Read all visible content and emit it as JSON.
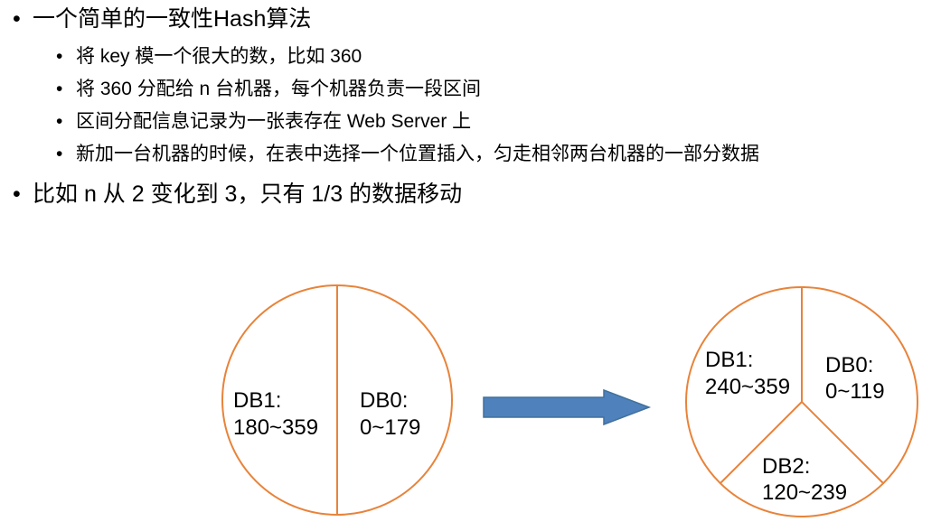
{
  "bullets": [
    {
      "text": "一个简单的一致性Hash算法",
      "children": [
        "将 key 模一个很大的数，比如 360",
        "将 360 分配给 n 台机器，每个机器负责一段区间",
        "区间分配信息记录为一张表存在 Web Server 上",
        "新加一台机器的时候，在表中选择一个位置插入，匀走相邻两台机器的一部分数据"
      ]
    },
    {
      "text": "比如 n 从 2 变化到 3，只有 1/3 的数据移动",
      "children": []
    }
  ],
  "bullet_symbol": "•",
  "diagram": {
    "before": {
      "segments": [
        {
          "name": "DB1:",
          "range": "180~359"
        },
        {
          "name": "DB0:",
          "range": "0~179"
        }
      ]
    },
    "after": {
      "segments": [
        {
          "name": "DB1:",
          "range": "240~359"
        },
        {
          "name": "DB0:",
          "range": "0~119"
        },
        {
          "name": "DB2:",
          "range": "120~239"
        }
      ]
    },
    "colors": {
      "circle_stroke": "#e8833a",
      "arrow_fill": "#4f81bd",
      "arrow_stroke": "#41719c"
    }
  }
}
